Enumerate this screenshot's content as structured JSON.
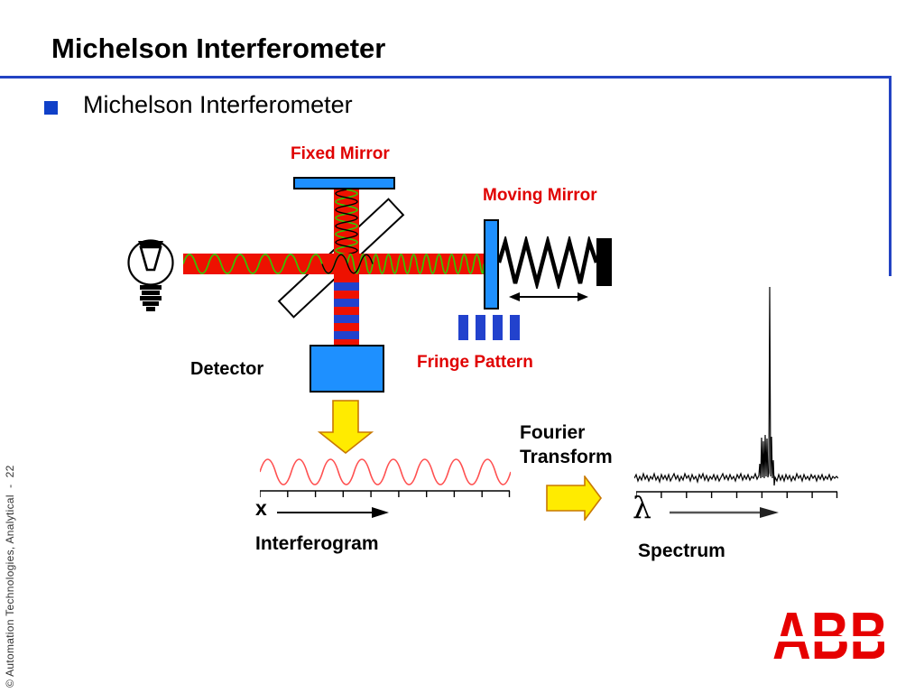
{
  "slide": {
    "title": "Michelson Interferometer",
    "bullet_text": "Michelson Interferometer",
    "copyright": "© Automation Technologies, Analytical  -  22",
    "logo_text": "ABB"
  },
  "diagram": {
    "labels": {
      "fixed_mirror": "Fixed Mirror",
      "moving_mirror": "Moving Mirror",
      "fringe_pattern": "Fringe Pattern",
      "detector": "Detector",
      "interferogram": "Interferogram",
      "fourier_line1": "Fourier",
      "fourier_line2": "Transform",
      "spectrum": "Spectrum",
      "x_axis": "x",
      "lambda_axis": "λ"
    },
    "elements": [
      "light source bulb",
      "beam splitter at 45 degrees",
      "fixed mirror (top)",
      "moving mirror with spring and motion arrow",
      "fringe pattern bars",
      "detector",
      "interferogram sine wave over x axis",
      "fourier transform arrow",
      "spectrum with single sharp peak over lambda axis"
    ]
  },
  "colors": {
    "accent-blue": "#2343C3",
    "bullet-blue": "#1040C8",
    "mirror-blue": "#1E90FF",
    "fringe-blue": "#2242CD",
    "beam-red": "#EE1100",
    "label-red": "#E00000",
    "wave-green": "#35C800",
    "interferogram-red": "#FF5050",
    "arrow-yellow": "#FFEB00",
    "arrow-outline": "#C87800",
    "logo-red": "#E60000"
  }
}
